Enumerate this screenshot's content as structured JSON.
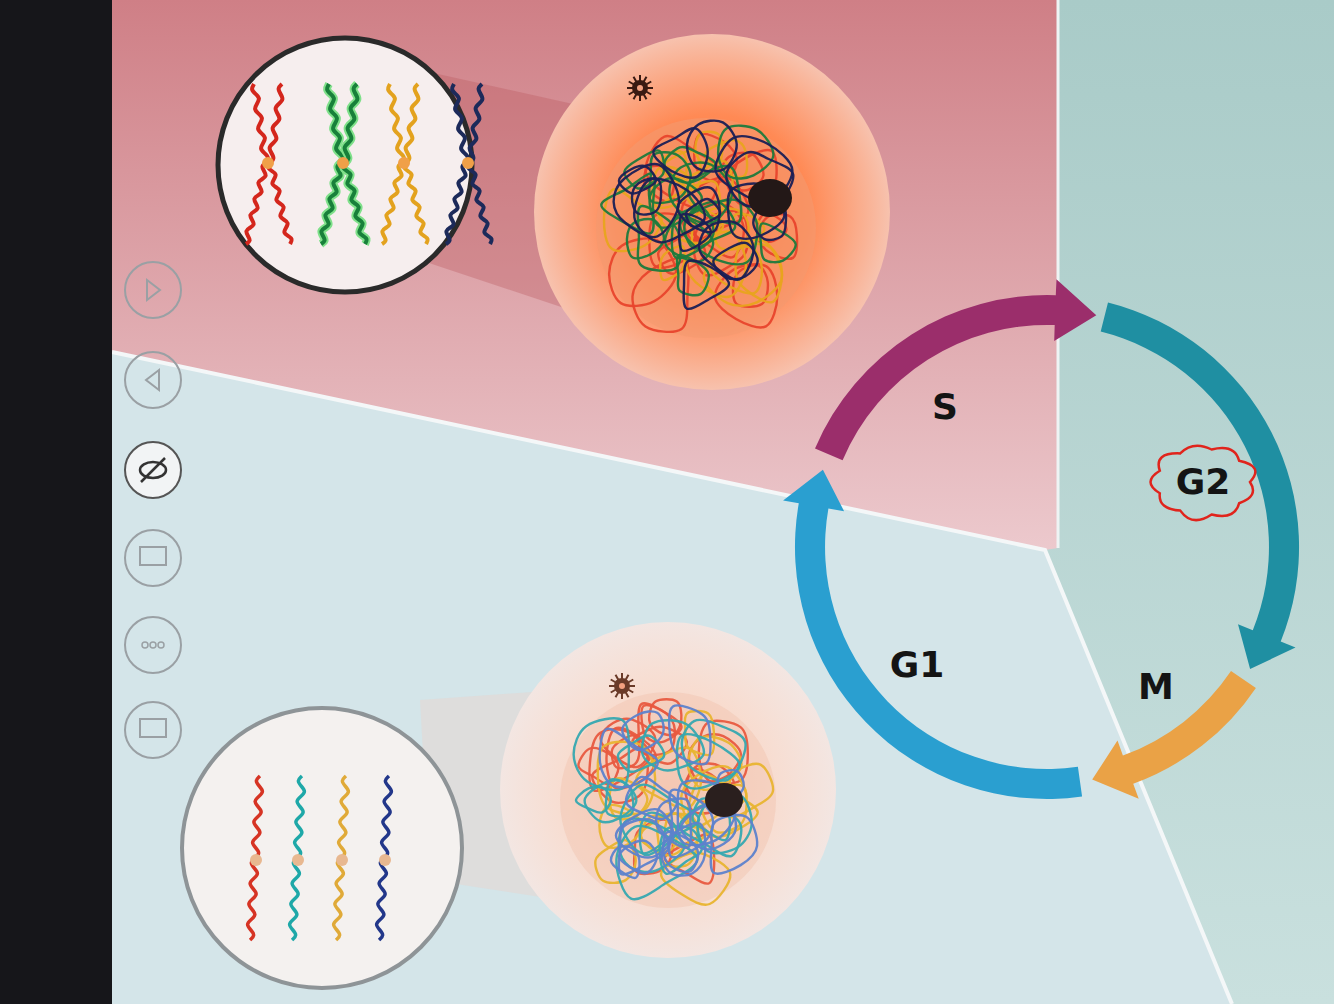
{
  "diagram": {
    "nodes": [
      {
        "text": [
          "G2"
        ]
      }
    ],
    "labels": [
      "S",
      "G1",
      "M"
    ]
  }
}
